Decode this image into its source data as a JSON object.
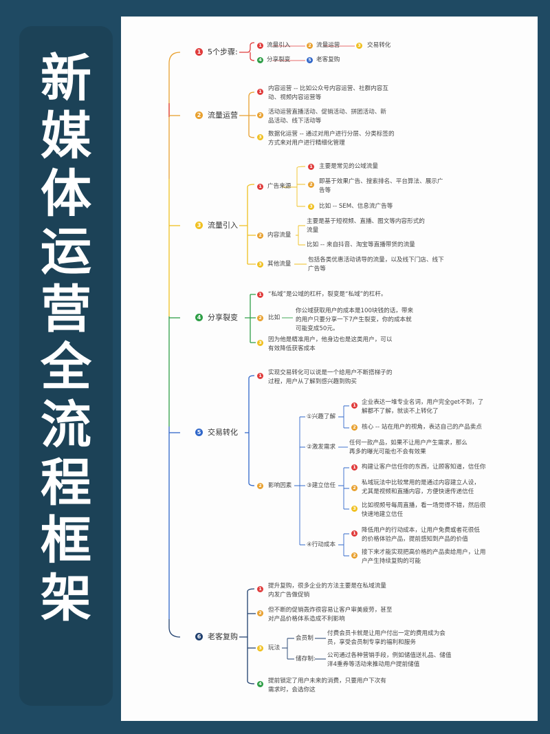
{
  "title_chars": [
    "新",
    "媒",
    "体",
    "运",
    "营",
    "全",
    "流",
    "程",
    "框",
    "架"
  ],
  "colors": {
    "red": "#e03b3b",
    "orange": "#e8a02e",
    "yellow": "#f0c020",
    "green": "#2e9e46",
    "blue": "#2f66c9",
    "navy": "#1f3f6e"
  },
  "b1": {
    "num": "1",
    "label": "5个步骤:",
    "s": [
      "流量引入",
      "流量运营",
      "交易转化",
      "分享裂变",
      "老客复购"
    ],
    "n": [
      "1",
      "2",
      "3",
      "4",
      "5"
    ]
  },
  "b2": {
    "num": "2",
    "label": "流量运营",
    "i": [
      "内容运营 -- 比如公众号内容运营、社群内容互动、视频内容运营等",
      "活动运营直播活动、促销活动、拼团活动、新品活动、线下活动等",
      "数据化运营 -- 通过对用户进行分层、分类标签的方式来对用户进行精细化管理"
    ],
    "n": [
      "1",
      "2",
      "3"
    ]
  },
  "b3": {
    "num": "3",
    "label": "流量引入",
    "ad": "广告来源",
    "ad_n": "1",
    "ad_i": [
      "主要是常见的公域流量",
      "即基于效果广告、搜索排名、平台算法、展示广告等",
      "比如 -- SEM、信息流广告等"
    ],
    "ct": "内容流量",
    "ct_n": "2",
    "ct_i": [
      "主要是基于短视频、直播、图文等内容形式的流量",
      "比如 -- 来自抖音、淘宝等直播带货的流量"
    ],
    "ot": "其他流量",
    "ot_n": "3",
    "ot_t": "包括各类优惠活动诱导的流量，以及线下门店、线下广告等",
    "n3": [
      "1",
      "2",
      "3"
    ]
  },
  "b4": {
    "num": "4",
    "label": "分享裂变",
    "i1": "“私域”是公域的杠杆，裂变是“私域”的杠杆。",
    "i2": "比如",
    "i2t": "你公域获取用户的成本是100块钱的话，带来的用户只要分享一下7产生裂变，你的成本就可能变成50元。",
    "i3": "因为他是精准用户，他身边也是这类用户，可以有效降低获客成本",
    "n": [
      "1",
      "2",
      "3"
    ]
  },
  "b5": {
    "num": "5",
    "label": "交易转化",
    "i1": "实现交易转化可以说是一个给用户不断搭梯子的过程，用户从了解到感兴趣到购买",
    "f": "影响因素",
    "x1": "①兴趣了解",
    "x1a": "企业表达一堆专业名词，用户完全get不到，了解都不了解，就谈不上转化了",
    "x1b": "核心 -- 站在用户的视角，表达自己的产品卖点",
    "x2": "②激发需求",
    "x2t": "任何一款产品，如果不让用户产生需求，那么再多的曝光可能也不会有效果",
    "x3": "③建立信任",
    "x3a": "构建让客户信任你的东西，让顾客知道，信任你",
    "x3b": "私域玩法中比较常用的是通过内容建立人设，尤其是视频和直播内容，方便快速传递信任",
    "x3c": "比如视频号每周直播，看一场觉得不错，然后很快速地建立信任",
    "x4": "④行动成本",
    "x4a": "降低用户的行动成本，让用户免费或者花很低的价格体验产品，提前感知到产品的价值",
    "x4b": "接下来才能实现把高价格的产品卖给用户，让用户产生持续复购的可能",
    "n": [
      "1",
      "2",
      "3"
    ]
  },
  "b6": {
    "num": "6",
    "label": "老客复购",
    "i1": "提升复购，很多企业的方法主要是在私域流量内发广告做促销",
    "i2": "但不断的促销轰炸很容易让客户审美疲劳，甚至对产品价格体系造成不利影响",
    "i3": "玩法",
    "m1": "会员制",
    "m1t": "付费会员卡就是让用户付出一定的费用成为会员，享受会员制专享的福利和服务",
    "m2": "储存制:",
    "m2t": "公司通过各种营销手段，例如储值送礼品、储值洋4重券等活动来推动用户提前储值",
    "i4": "提前锁定了用户未来的消费，只要用户下次有需求时，会选你这",
    "n": [
      "1",
      "2",
      "3",
      "4"
    ]
  }
}
